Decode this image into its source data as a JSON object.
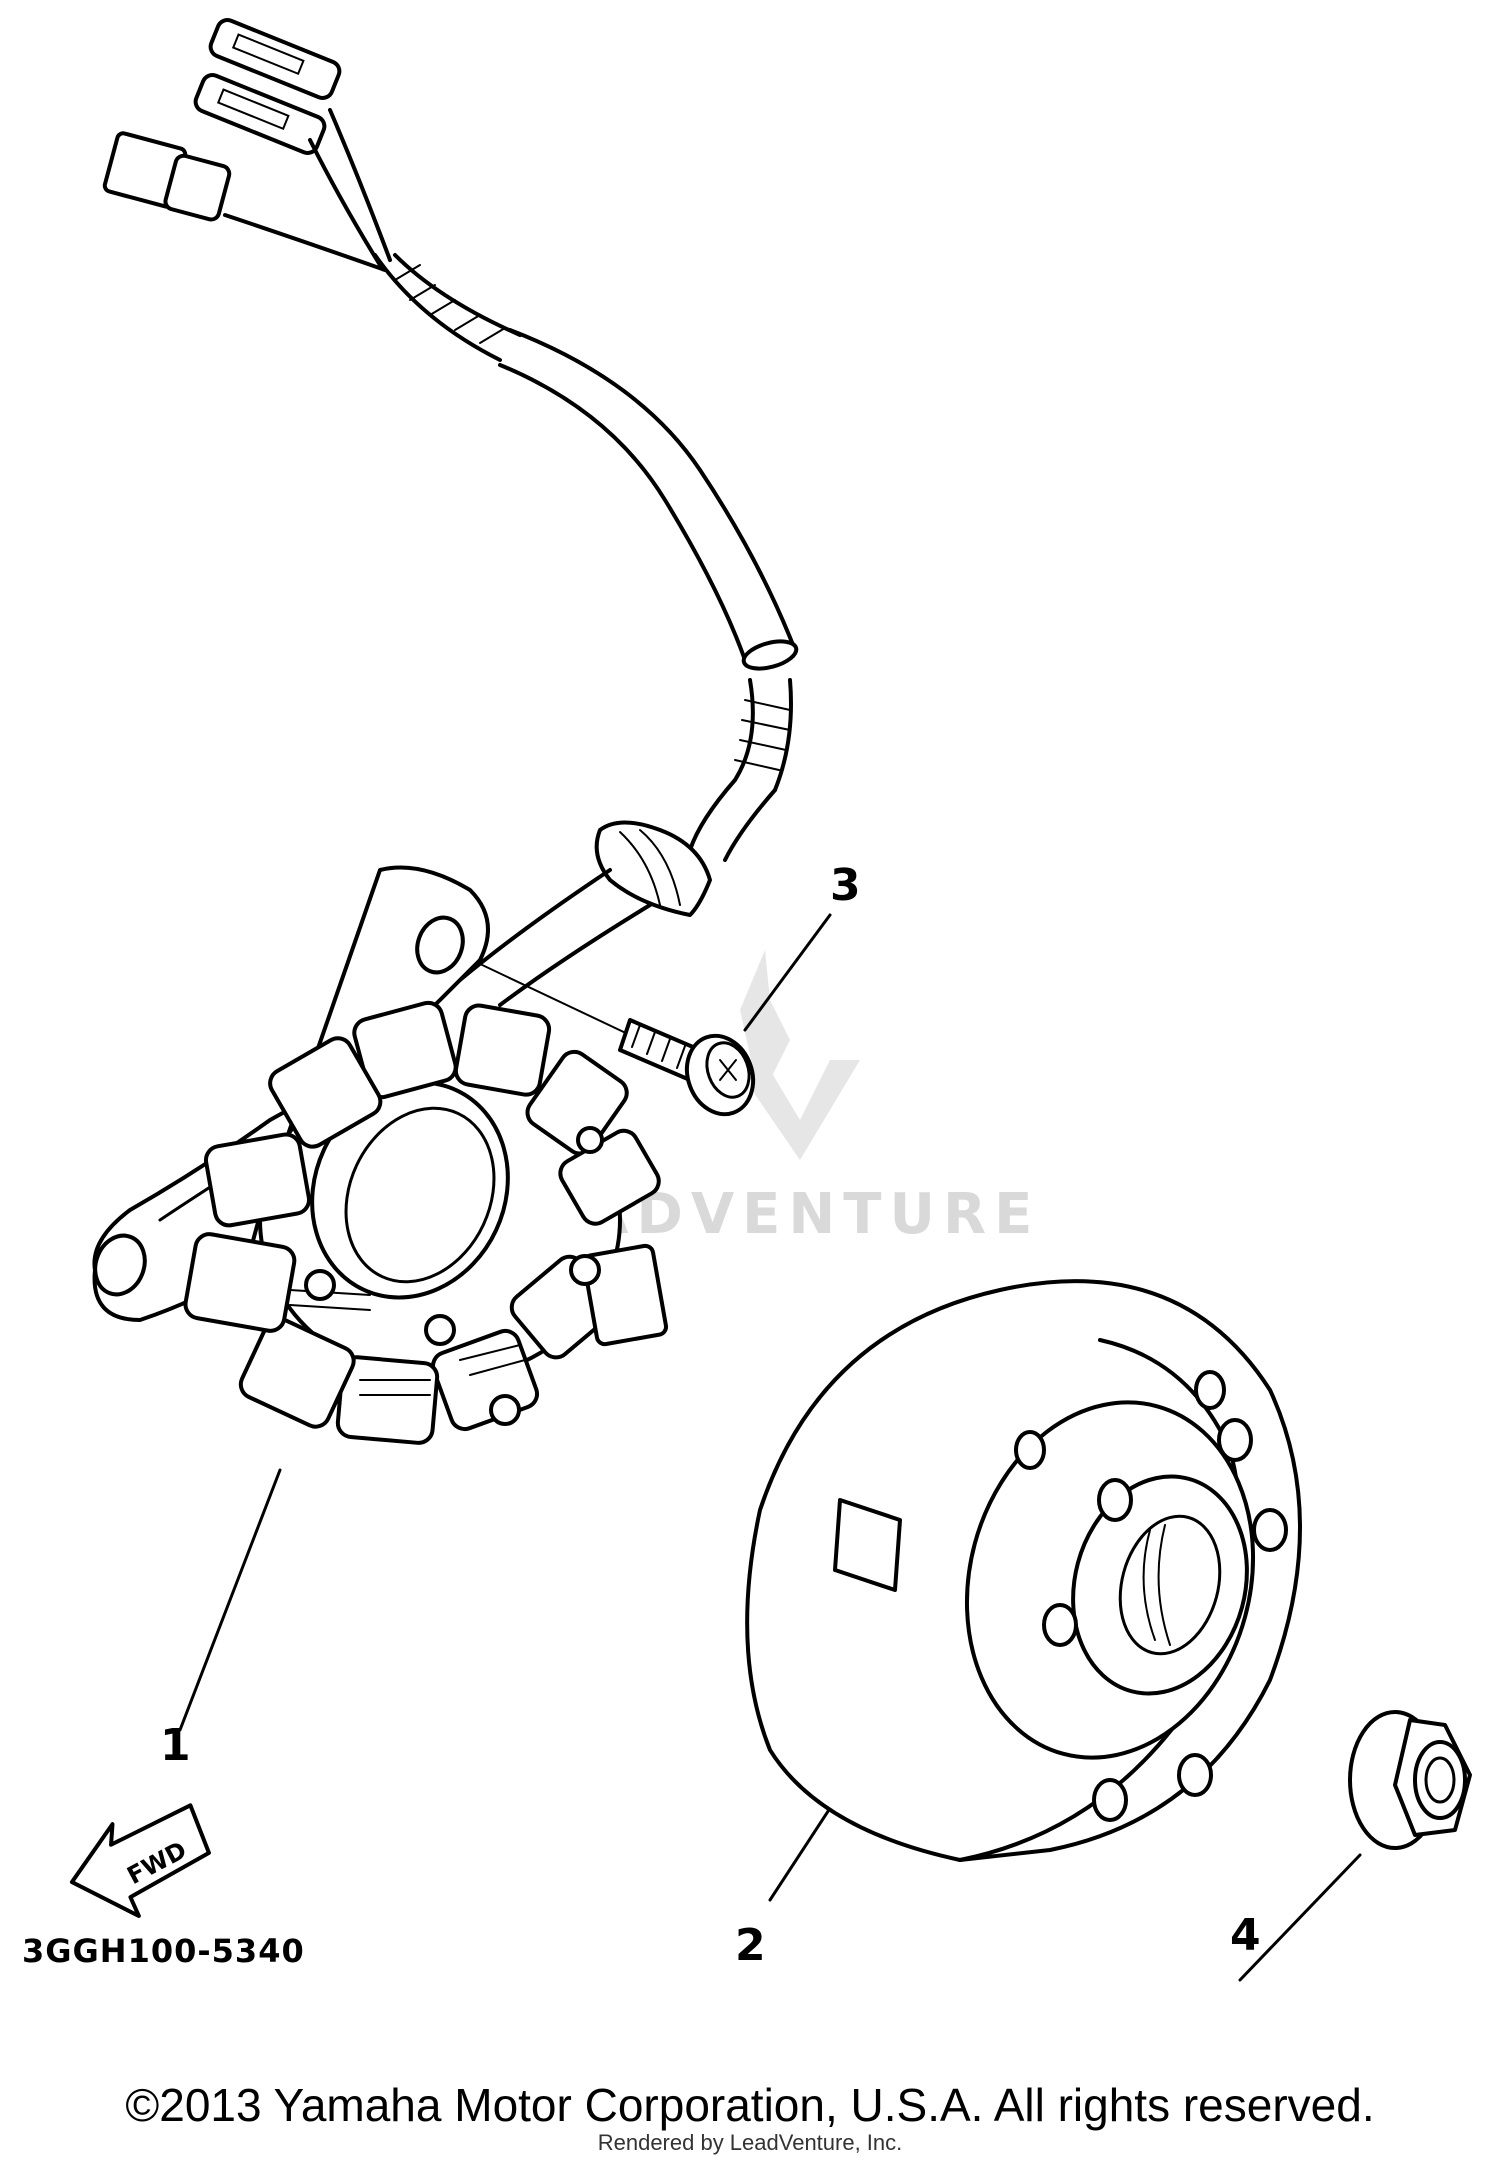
{
  "diagram": {
    "callouts": [
      "1",
      "2",
      "3",
      "4"
    ],
    "part_code": "3GGH100-5340",
    "fwd_label": "FWD",
    "watermark": "ADVENTURE",
    "copyright": "©2013 Yamaha Motor Corporation, U.S.A. All rights reserved.",
    "rendered_by": "Rendered by LeadVenture, Inc."
  }
}
